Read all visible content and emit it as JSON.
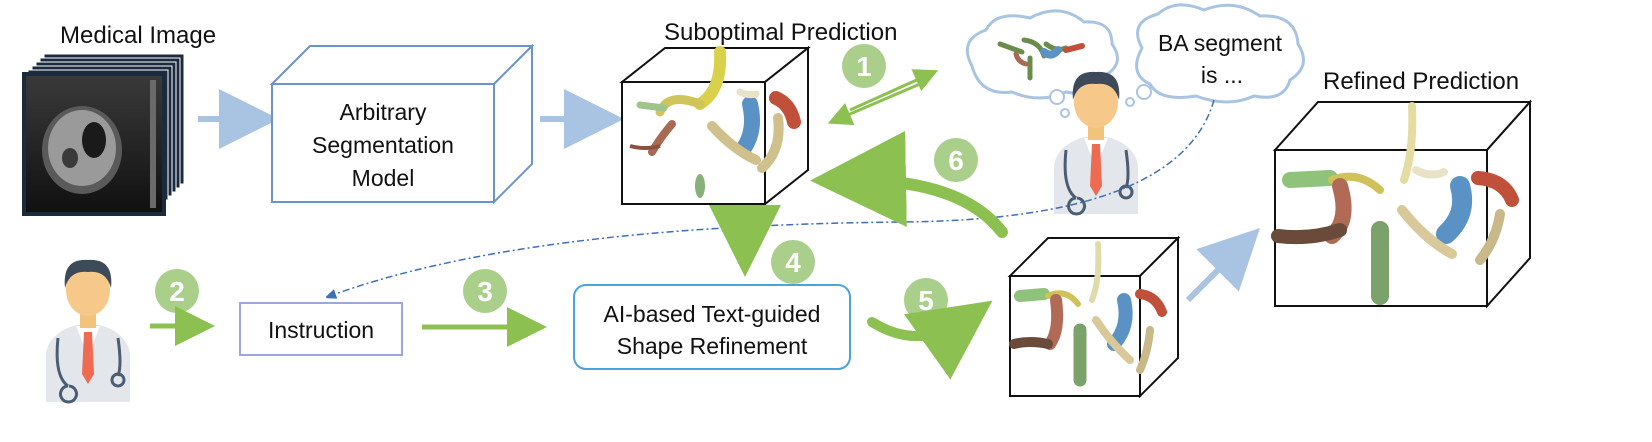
{
  "title_medical_image": "Medical Image",
  "title_suboptimal": "Suboptimal Prediction",
  "title_refined": "Refined Prediction",
  "seg_model": {
    "line1": "Arbitrary",
    "line2": "Segmentation",
    "line3": "Model"
  },
  "instruction": "Instruction",
  "refinement": {
    "line1": "AI-based Text-guided",
    "line2": "Shape Refinement"
  },
  "thought": {
    "line1": "BA segment",
    "line2": "is ..."
  },
  "steps": [
    "1",
    "2",
    "3",
    "4",
    "5",
    "6"
  ],
  "colors": {
    "green_arrow": "#8cc152",
    "badge_green": "#a9cf8a",
    "blue_arrow": "#a9c4e3",
    "seg_box": "#6b93cc",
    "refine_box": "#4ba3dc",
    "instruction_box": "#9aa8db",
    "cloud": "#a9c4e3",
    "dash_line": "#3f6fb5"
  },
  "icons": [
    "ct-scan-stack-icon",
    "vessel-3d-icon",
    "doctor-icon",
    "thought-cloud-icon"
  ]
}
